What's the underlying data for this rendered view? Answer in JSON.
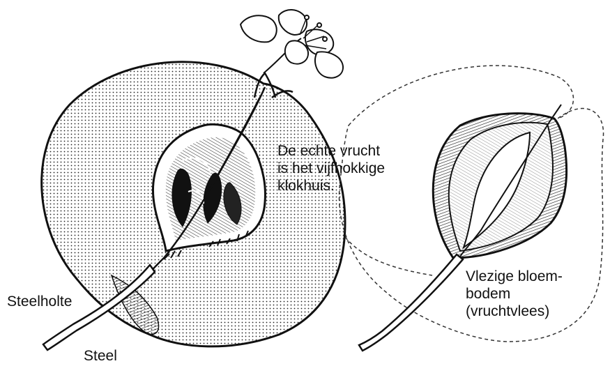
{
  "labels": {
    "klokhuis": [
      "De echte vrucht",
      "is het vijfhokkige",
      "klokhuis."
    ],
    "bloembodem": [
      "Vlezige bloem-",
      "bodem",
      "(vruchtvlees)"
    ],
    "steelholte": "Steelholte",
    "steel": "Steel"
  },
  "colors": {
    "ink": "#111111",
    "paper": "#ffffff"
  }
}
